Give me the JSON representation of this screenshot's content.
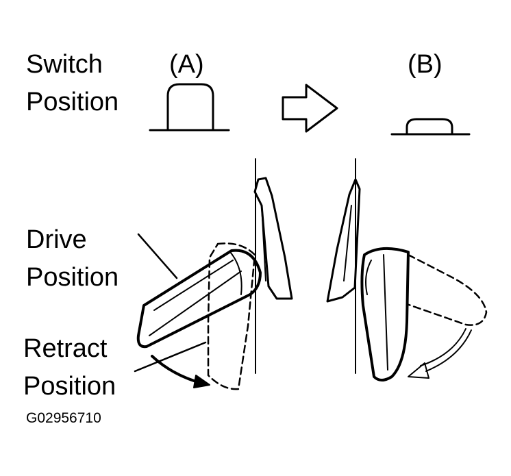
{
  "labels": {
    "switch_position": "Switch\nPosition",
    "state_a": "(A)",
    "state_b": "(B)",
    "drive_position": "Drive\nPosition",
    "retract_position": "Retract\nPosition",
    "figure_code": "G02956710"
  },
  "colors": {
    "ink": "#000000",
    "background": "#ffffff"
  }
}
